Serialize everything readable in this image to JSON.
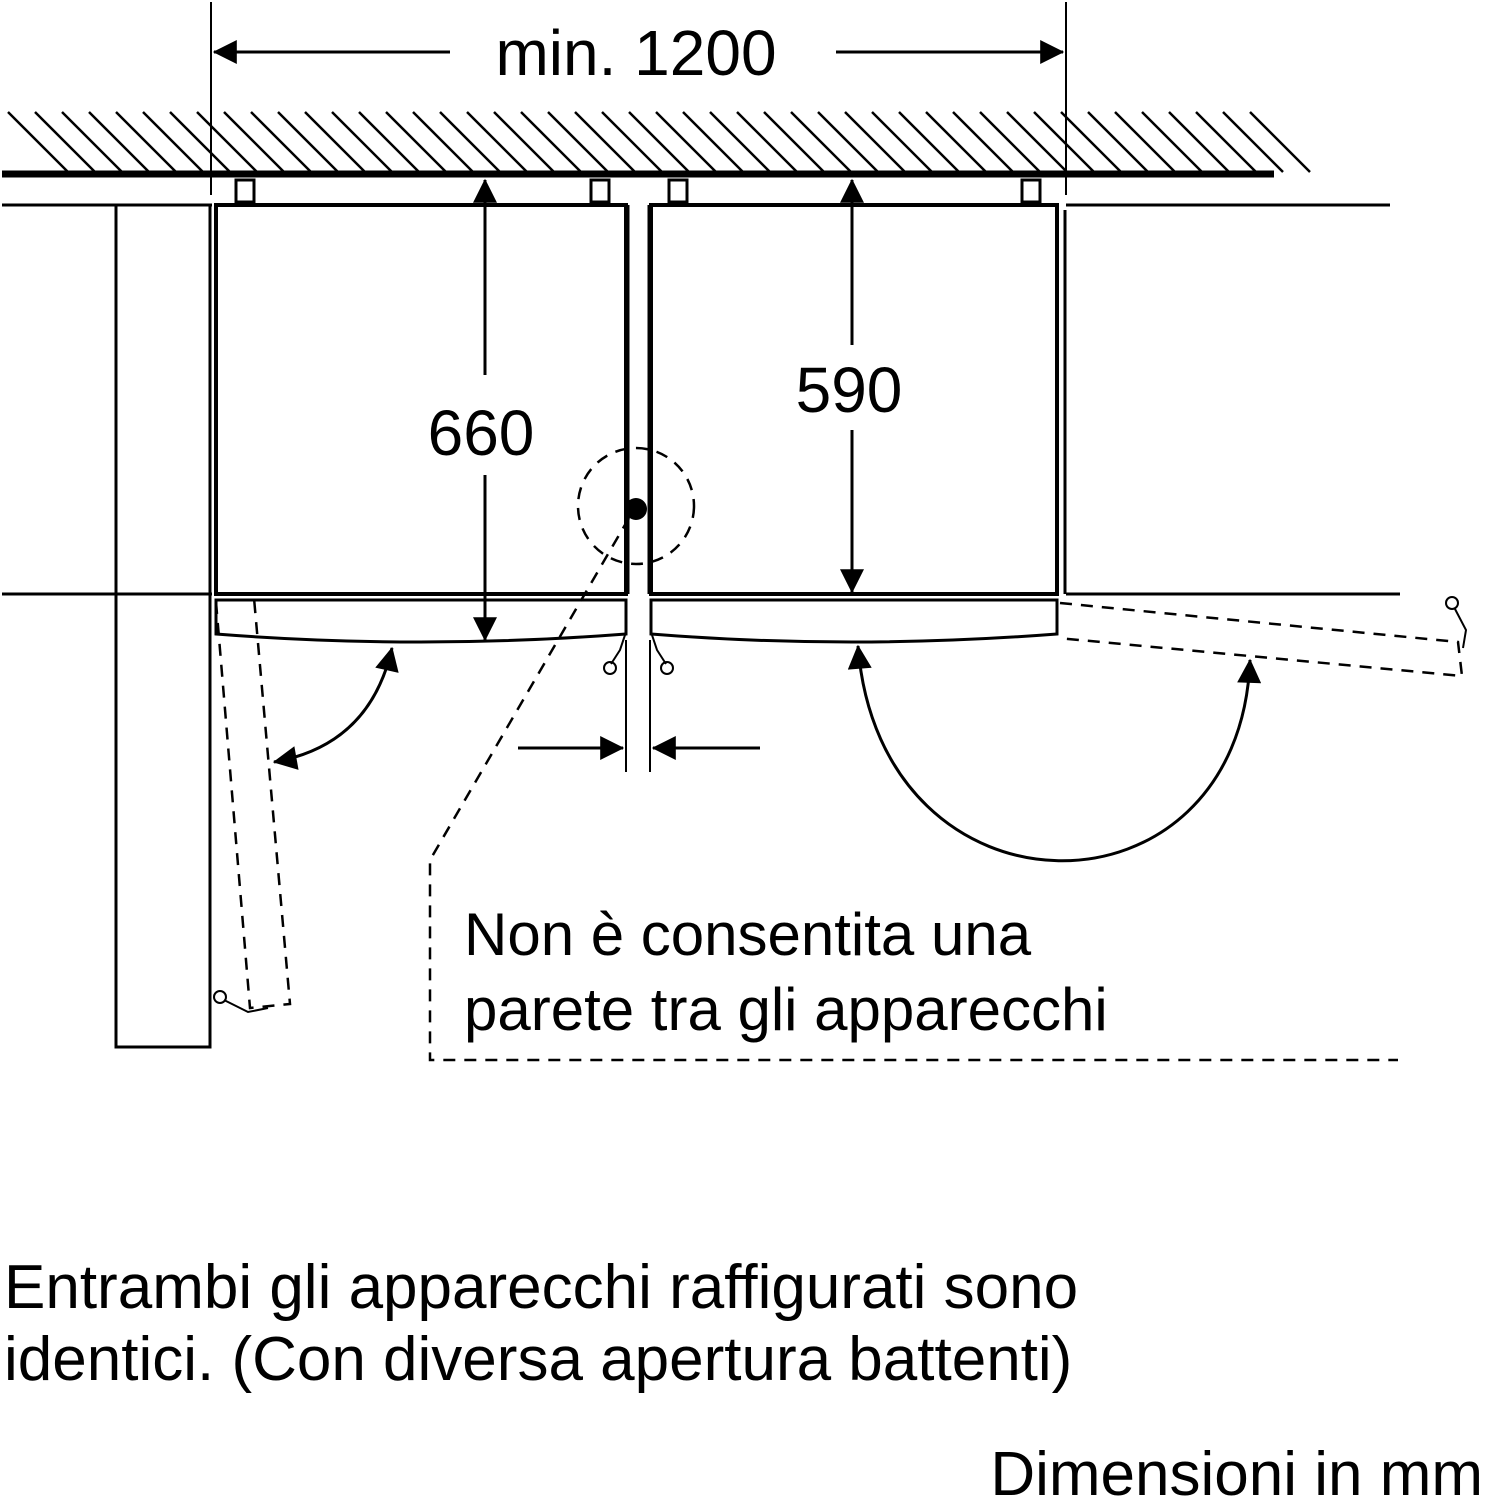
{
  "dimensions": {
    "total_width": "min. 1200",
    "depth_with_door": "660",
    "depth_body": "590"
  },
  "notes": {
    "wall_line1": "Non è consentita una",
    "wall_line2": "parete tra gli apparecchi"
  },
  "caption": {
    "line1": "Entrambi gli apparecchi raffigurati sono",
    "line2": "identici. (Con diversa apertura battenti)"
  },
  "units": "Dimensioni in mm"
}
